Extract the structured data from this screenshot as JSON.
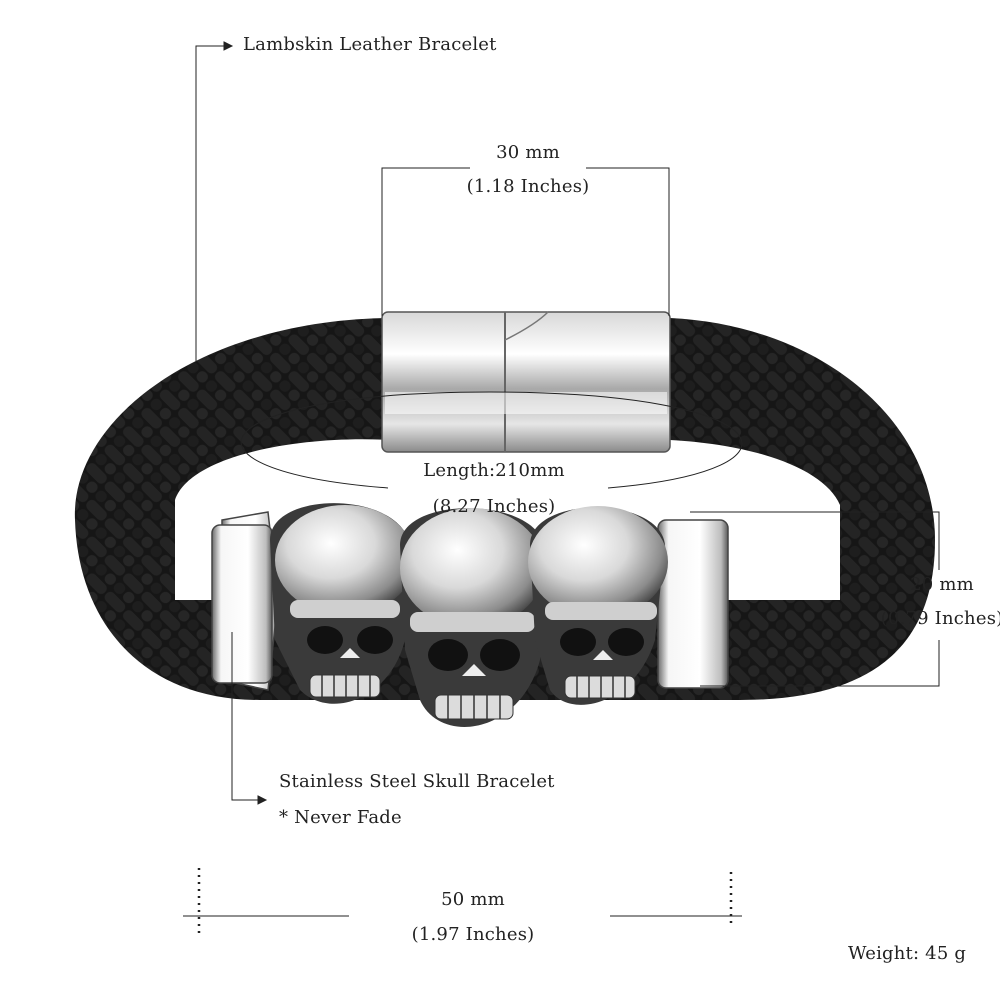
{
  "labels": {
    "leather": "Lambskin Leather Bracelet",
    "clasp_mm": "30 mm",
    "clasp_in": "(1.18 Inches)",
    "length_mm": "Length:210mm",
    "length_in": "(8.27 Inches)",
    "height_mm": "20 mm",
    "height_in": "(0.79 Inches)",
    "steel": "Stainless Steel Skull Bracelet",
    "never_fade": "*  Never Fade",
    "width_mm": "50 mm",
    "width_in": "(1.97 Inches)",
    "weight": "Weight: 45 g"
  },
  "colors": {
    "leather": "#161616",
    "weave_line": "#3a3a3a",
    "steel_light": "#f2f2f2",
    "steel_mid": "#b8b8b8",
    "steel_dark": "#4a4a4a",
    "line": "#222222"
  }
}
